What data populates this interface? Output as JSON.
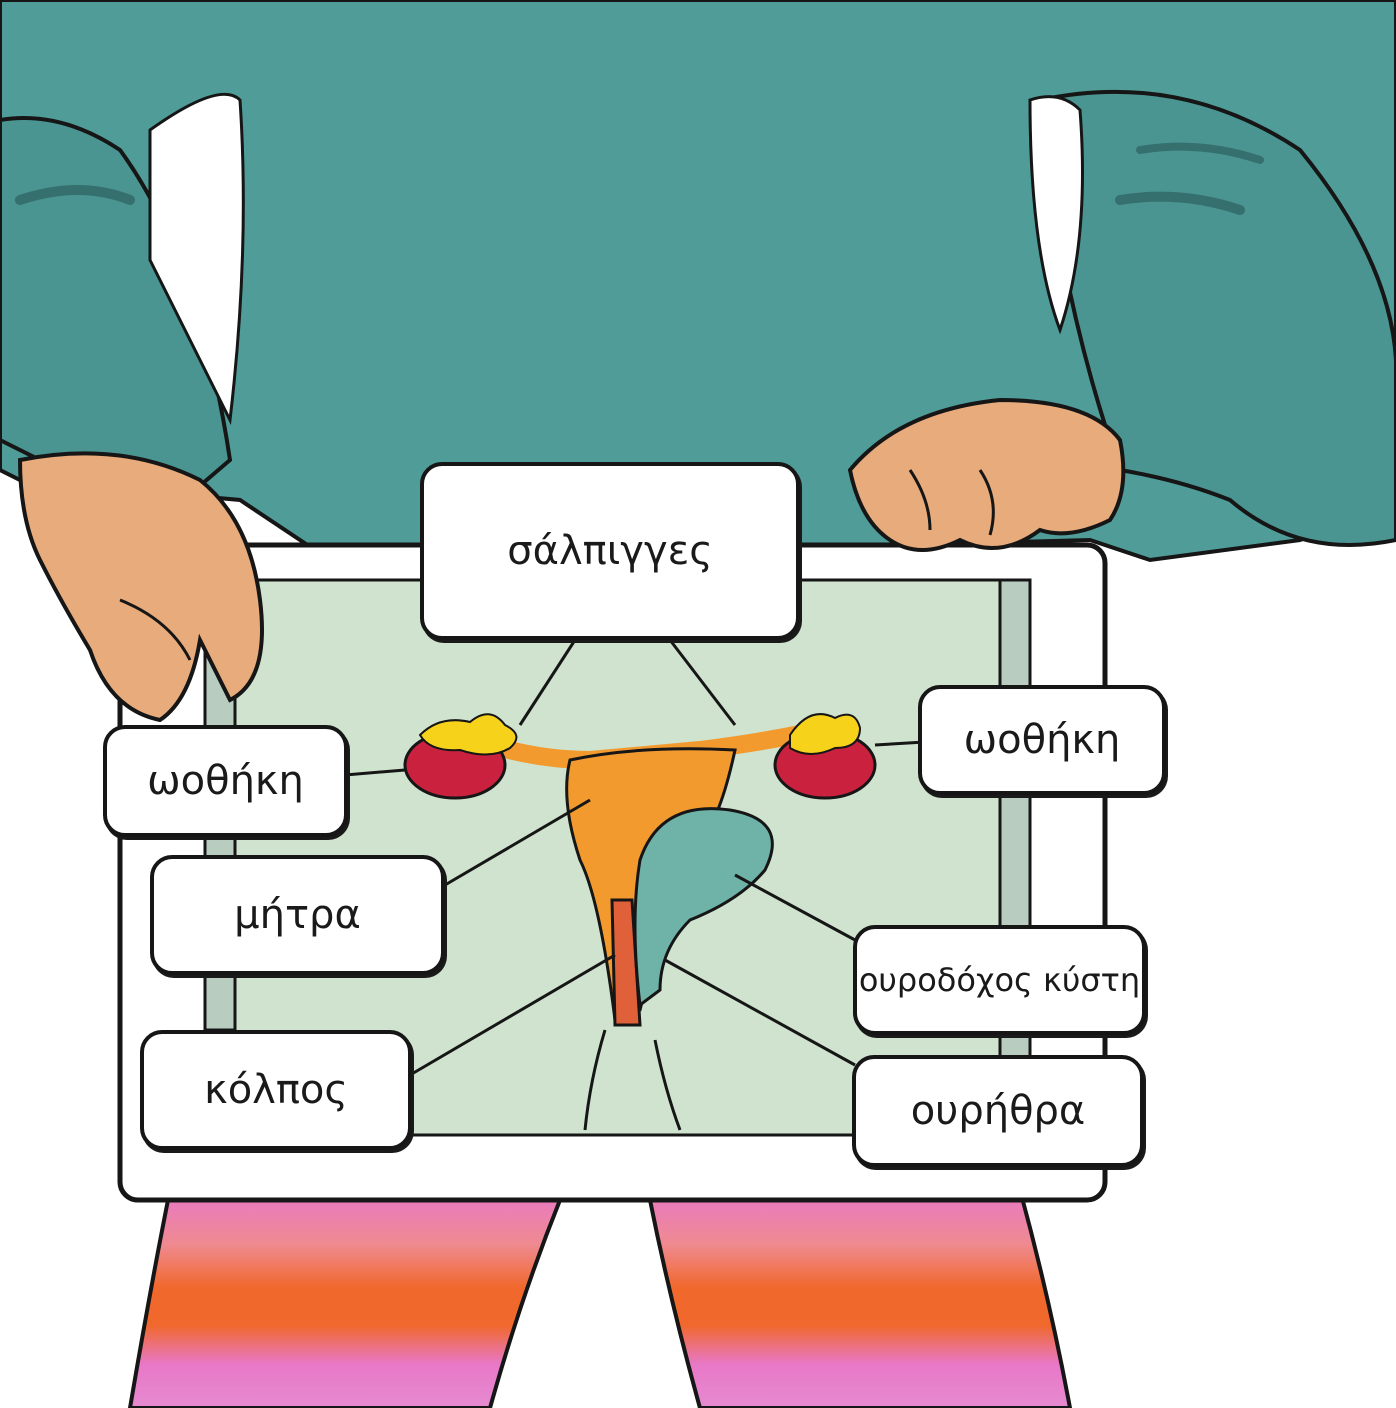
{
  "labels": {
    "fallopian_tubes": "σάλπιγγες",
    "ovary_left": "ωοθήκη",
    "ovary_right": "ωοθήκη",
    "uterus": "μήτρα",
    "bladder": "ουροδόχος κύστη",
    "vagina": "κόλπος",
    "urethra": "ουρήθρα"
  },
  "colors": {
    "sweater": "#4f9c98",
    "sweater_dark": "#3d7f7c",
    "board_bg": "#cfe3cf",
    "frame": "#ffffff",
    "skin": "#e8ab7c",
    "uterus": "#f39a2f",
    "ovary": "#c9213e",
    "fimbriae": "#f7d21b",
    "bladder": "#6fb3a8",
    "tights_pink": "#e878c8",
    "tights_orange": "#f0682c",
    "outline": "#161616"
  }
}
